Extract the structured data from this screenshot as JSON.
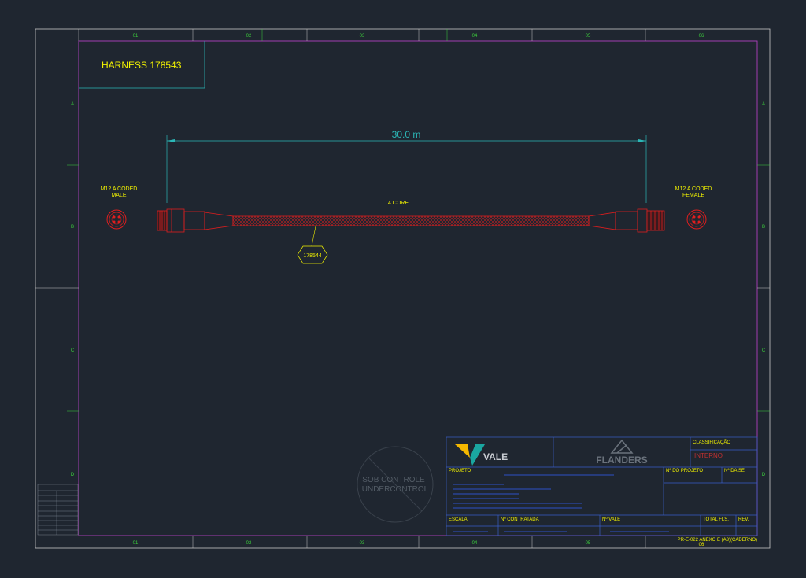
{
  "drawing_title": "HARNESS 178543",
  "grid": {
    "columns": [
      "01",
      "02",
      "03",
      "04",
      "05",
      "06"
    ],
    "rows": [
      "A",
      "B",
      "C",
      "D"
    ]
  },
  "dimension": {
    "length": "30.0 m"
  },
  "connectors": {
    "left": {
      "line1": "M12 A CODED",
      "line2": "MALE"
    },
    "right": {
      "line1": "M12 A CODED",
      "line2": "FEMALE"
    }
  },
  "cable": {
    "label": "4 CORE",
    "tag": "178544"
  },
  "stamp": {
    "line1": "SOB CONTROLE",
    "line2": "UNDERCONTROL"
  },
  "title_block": {
    "logo_vale": "VALE",
    "logo_flanders": "FLANDERS",
    "classificacao_label": "CLASSIFICAÇÃO",
    "classificacao_value": "INTERNO",
    "projeto_label": "PROJETO",
    "no_projeto_label": "Nº DO PROJETO",
    "no_se_label": "Nº DA SE",
    "escala_label": "ESCALA",
    "contratada_label": "Nº CONTRATADA",
    "no_vale_label": "Nº VALE",
    "total_fls_label": "TOTAL FLS.",
    "rev_label": "REV.",
    "form_ref": "PR-E-022 ANEXO E (A3)(CADERNO)",
    "form_ref_page": "06"
  },
  "colors": {
    "background": "#1f2630",
    "border": "#c8c8c8",
    "frame": "#b040c0",
    "grid_label": "#3cd23c",
    "text": "#f2f200",
    "dimension": "#2bb7b7",
    "harness": "#e01e1e",
    "title_block": "#3a5ec8"
  }
}
